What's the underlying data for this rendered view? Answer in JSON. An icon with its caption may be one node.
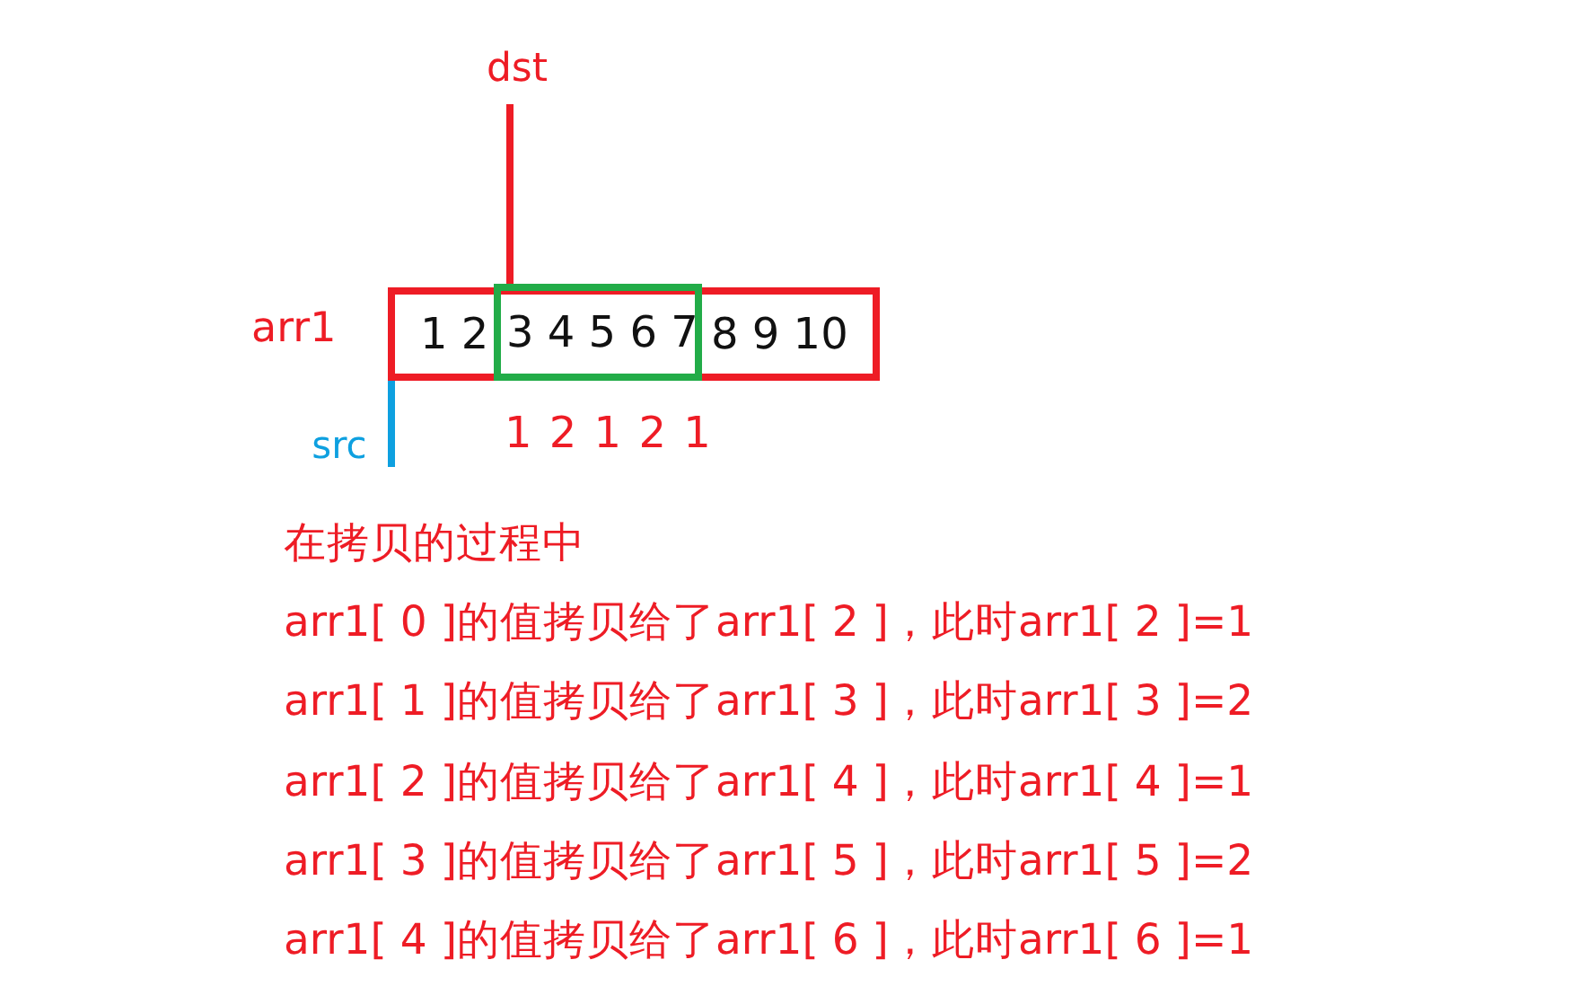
{
  "diagram": {
    "nodes": [
      {
        "text": [
          "1 2",
          "8 9 10"
        ]
      },
      {
        "text": [
          "3 4 5 6 7"
        ],
        "in": 0
      },
      {
        "text": [
          "dst"
        ]
      },
      {
        "text": [
          "src"
        ]
      }
    ],
    "edges": [
      {
        "from": 2,
        "to": 1,
        "arrow": "none",
        "color": "#ee1c25"
      },
      {
        "from": 3,
        "to": 0,
        "arrow": "none",
        "color": "#0ea0e0"
      }
    ],
    "labels": [
      "arr1",
      "1 2 1 2 1",
      "在拷贝的过程中",
      "arr1[ 0 ]的值拷贝给了arr1[ 2 ]，此时arr1[ 2 ]=1",
      "arr1[ 1 ]的值拷贝给了arr1[ 3 ]，此时arr1[ 3 ]=2",
      "arr1[ 2 ]的值拷贝给了arr1[ 4 ]，此时arr1[ 4 ]=1",
      "arr1[ 3 ]的值拷贝给了arr1[ 5 ]，此时arr1[ 5 ]=2",
      "arr1[ 4 ]的值拷贝给了arr1[ 6 ]，此时arr1[ 6 ]=1"
    ]
  }
}
